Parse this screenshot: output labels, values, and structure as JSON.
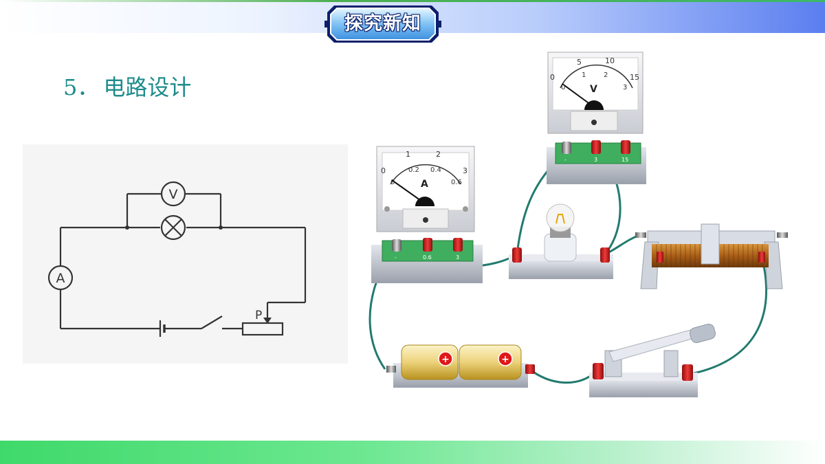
{
  "header": {
    "badge_title": "探究新知"
  },
  "section": {
    "number": "5．",
    "title": "电路设计"
  },
  "schematic": {
    "voltmeter_symbol": "V",
    "ammeter_symbol": "A",
    "rheostat_slider_label": "P"
  },
  "apparatus": {
    "ammeter": {
      "unit_label": "A",
      "scale_outer": [
        "0",
        "1",
        "2",
        "3"
      ],
      "scale_inner": [
        "0",
        "0.2",
        "0.4",
        "0.6"
      ],
      "terminal_labels": [
        "-",
        "0.6",
        "3"
      ]
    },
    "voltmeter": {
      "unit_label": "V",
      "scale_outer": [
        "0",
        "5",
        "10",
        "15"
      ],
      "scale_inner": [
        "0",
        "1",
        "2",
        "3"
      ],
      "terminal_labels": [
        "-",
        "3",
        "15"
      ]
    },
    "battery_polarity": [
      "+",
      "+"
    ]
  },
  "colors": {
    "heading": "#1e8b8b",
    "wire": "#227a6e",
    "terminal_red": "#d51f1f",
    "board_green": "#3fae5f"
  }
}
